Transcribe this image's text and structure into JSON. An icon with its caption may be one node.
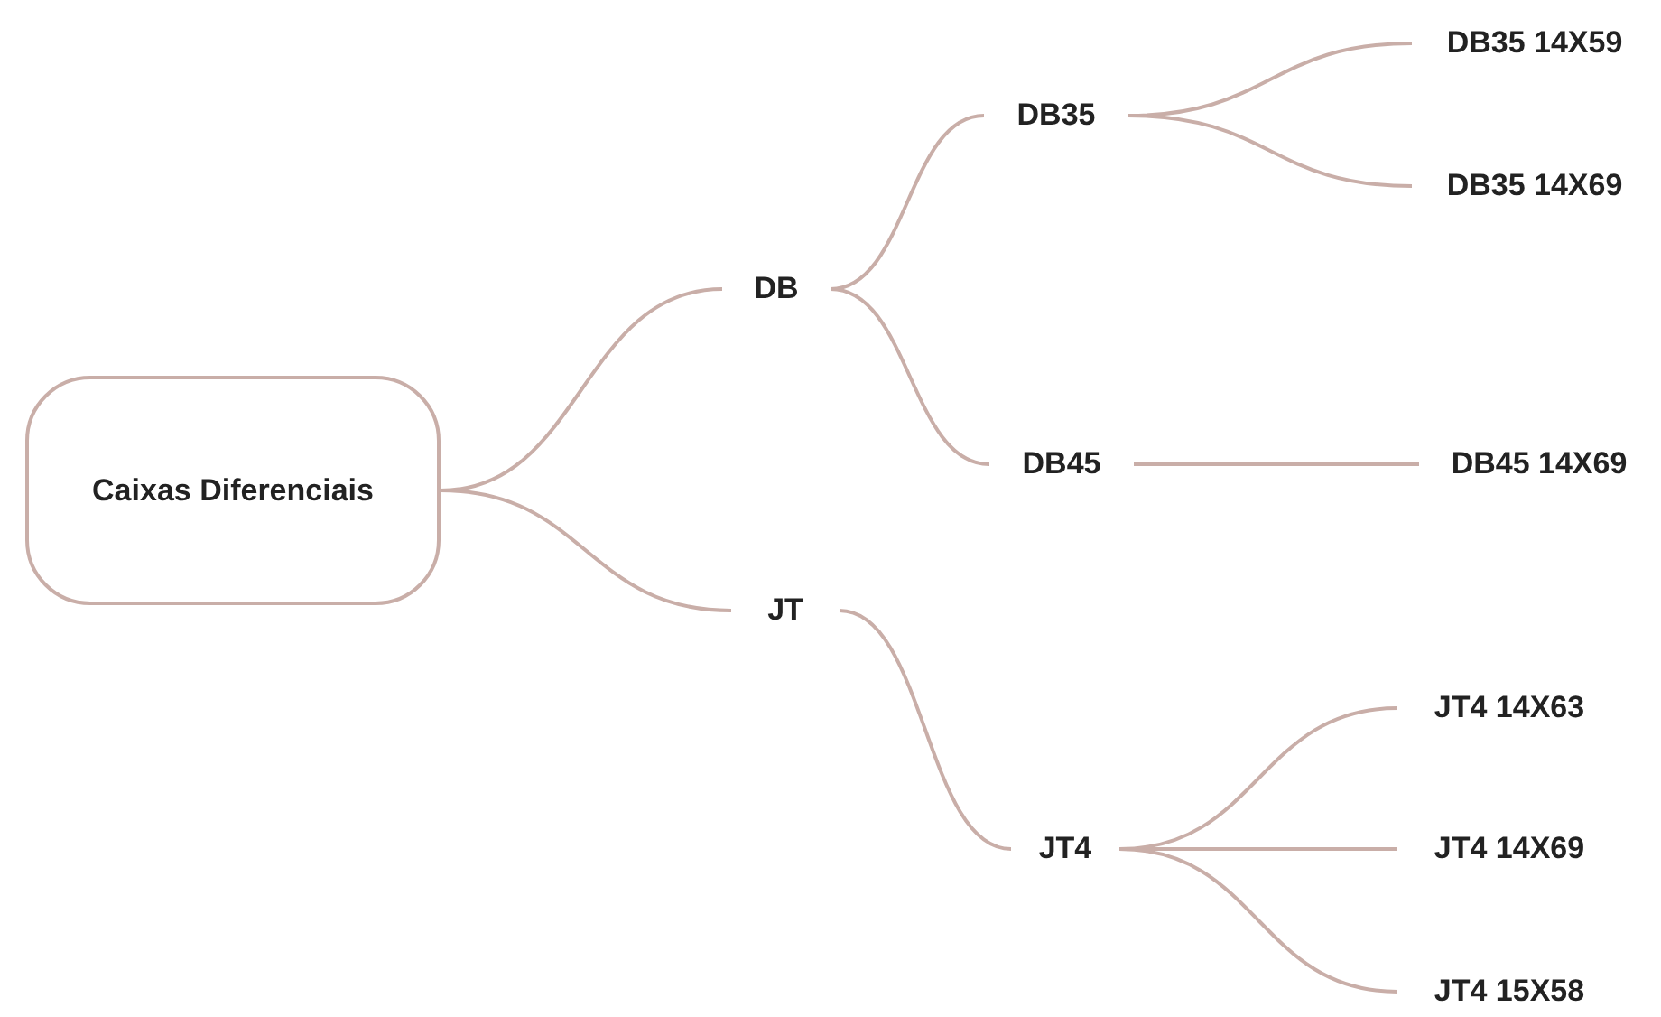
{
  "diagram": {
    "nodes": [
      {
        "text": [
          "Caixas Diferenciais"
        ]
      },
      {
        "text": [
          "DB"
        ]
      },
      {
        "text": [
          "JT"
        ]
      },
      {
        "text": [
          "DB35"
        ]
      },
      {
        "text": [
          "DB45"
        ]
      },
      {
        "text": [
          "JT4"
        ]
      },
      {
        "text": [
          "DB35 14X59"
        ]
      },
      {
        "text": [
          "DB35 14X69"
        ]
      },
      {
        "text": [
          "DB45 14X69"
        ]
      },
      {
        "text": [
          "JT4 14X63"
        ]
      },
      {
        "text": [
          "JT4 14X69"
        ]
      },
      {
        "text": [
          "JT4 15X58"
        ]
      }
    ],
    "edges": [
      {
        "from": 0,
        "to": 1,
        "arrow": "none"
      },
      {
        "from": 0,
        "to": 2,
        "arrow": "none"
      },
      {
        "from": 1,
        "to": 3,
        "arrow": "none"
      },
      {
        "from": 1,
        "to": 4,
        "arrow": "none"
      },
      {
        "from": 3,
        "to": 6,
        "arrow": "none"
      },
      {
        "from": 3,
        "to": 7,
        "arrow": "none"
      },
      {
        "from": 4,
        "to": 8,
        "arrow": "none"
      },
      {
        "from": 2,
        "to": 5,
        "arrow": "none"
      },
      {
        "from": 5,
        "to": 9,
        "arrow": "none"
      },
      {
        "from": 5,
        "to": 10,
        "arrow": "none"
      },
      {
        "from": 5,
        "to": 11,
        "arrow": "none"
      }
    ]
  }
}
